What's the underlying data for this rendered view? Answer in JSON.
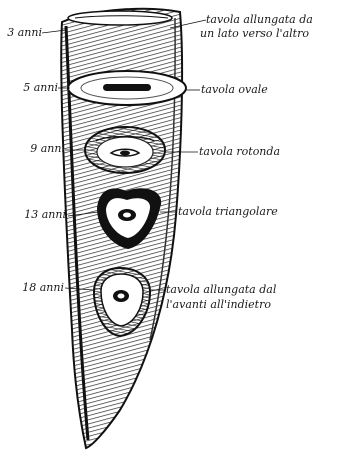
{
  "figure": {
    "stages": [
      {
        "age": "3 anni",
        "description": [
          "tavola allungata da",
          "un lato verso l'altro"
        ]
      },
      {
        "age": "5 anni",
        "description": [
          "tavola ovale"
        ]
      },
      {
        "age": "9 anni",
        "description": [
          "tavola rotonda"
        ]
      },
      {
        "age": "13 anni",
        "description": [
          "tavola triangolare"
        ]
      },
      {
        "age": "18 anni",
        "description": [
          "tavola allungata dal",
          "l'avanti all'indietro"
        ]
      }
    ]
  }
}
